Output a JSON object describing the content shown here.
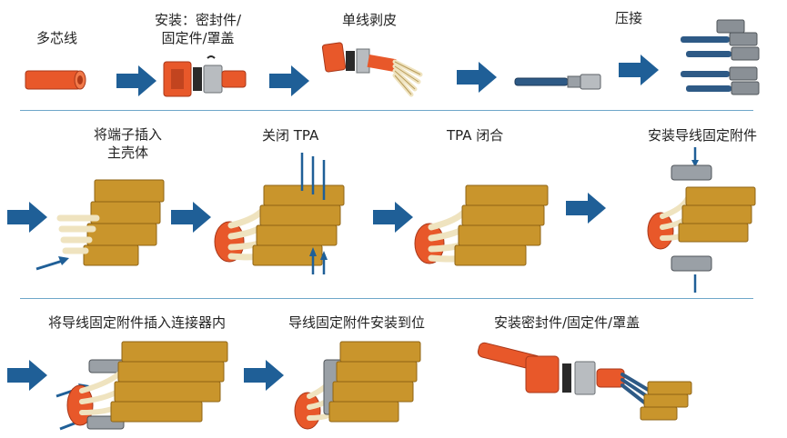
{
  "colors": {
    "arrow": "#1f5f97",
    "cable": "#e8582a",
    "brass": "#c9952c",
    "brass_dark": "#8f6415",
    "wire": "#efe3bf",
    "gray": "#9aa0a6",
    "black": "#2a2a2a",
    "blue_wire": "#2e5a86",
    "divider": "#6ea7c9"
  },
  "steps": [
    {
      "id": 1,
      "label": "多芯线"
    },
    {
      "id": 2,
      "label": "安装：密封件/\n固定件/罩盖"
    },
    {
      "id": 3,
      "label": "单线剥皮"
    },
    {
      "id": 4,
      "label": "压接"
    },
    {
      "id": 5,
      "label": "将端子插入\n主壳体"
    },
    {
      "id": 6,
      "label": "关闭 TPA"
    },
    {
      "id": 7,
      "label": "TPA 闭合"
    },
    {
      "id": 8,
      "label": "安装导线固定附件"
    },
    {
      "id": 9,
      "label": "将导线固定附件插入连接器内"
    },
    {
      "id": 10,
      "label": "导线固定附件安装到位"
    },
    {
      "id": 11,
      "label": "安装密封件/固定件/罩盖"
    }
  ]
}
